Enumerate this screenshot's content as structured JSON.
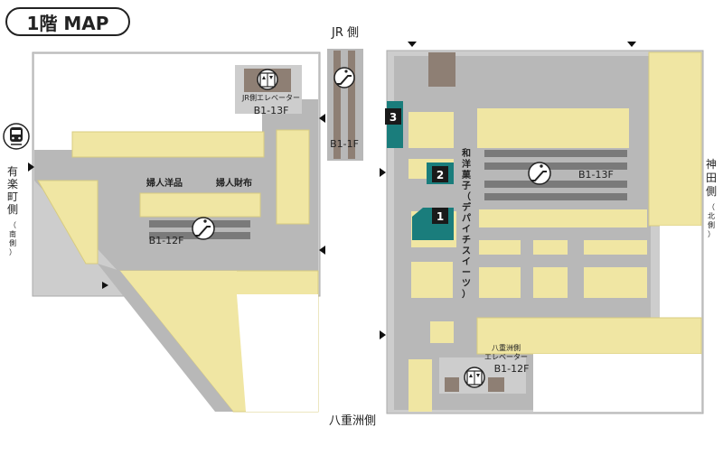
{
  "title": "1階 MAP",
  "colors": {
    "wall": "#cdcdcd",
    "corridor": "#b8b8b8",
    "shop": "#f0e6a3",
    "teal": "#1a7d7c",
    "dark": "#1a1a1a",
    "stair": "#7a7a7a",
    "escalatorBrown": "#8e7f74"
  },
  "directions": {
    "jr_side": "JR 側",
    "yurakucho": [
      "有",
      "楽",
      "町",
      "側"
    ],
    "yurakucho_note": [
      "（",
      "南",
      "側",
      "）"
    ],
    "kanda": [
      "神",
      "田",
      "側"
    ],
    "kanda_note": [
      "（",
      "北",
      "側",
      "）"
    ],
    "yaesu": "八重洲側"
  },
  "left_area": {
    "jr_elevator_label": "JR側エレベーター",
    "jr_elevator_floors": "B1-13F",
    "escalator_b1_1f": "B1-1F",
    "shop_ladies_western": "婦人洋品",
    "shop_ladies_wallet": "婦人財布",
    "escalator_b1_12f": "B1-12F"
  },
  "right_area": {
    "escalator_b1_13f": "B1-13F",
    "wagashi_label": [
      "和",
      "洋",
      "菓",
      "子",
      "（",
      "デ",
      "パ",
      "イ",
      "チ",
      "ス",
      "イ",
      "ー",
      "ツ",
      "）"
    ],
    "yaesu_elevator_label_1": "八重洲側",
    "yaesu_elevator_label_2": "エレベーター",
    "yaesu_elevator_floors": "B1-12F",
    "markers": [
      "1",
      "2",
      "3"
    ]
  },
  "icons": [
    "train-icon",
    "elevator-icon",
    "escalator-icon"
  ]
}
